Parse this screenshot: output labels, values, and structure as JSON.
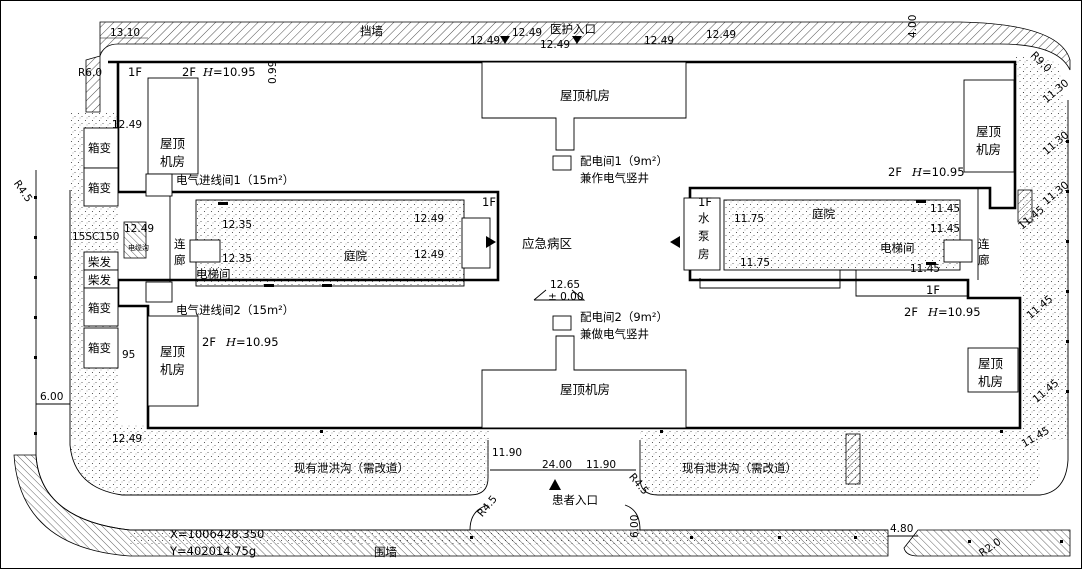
{
  "labels": {
    "retaining_wall": "挡墙",
    "medical_entrance": "医护入口",
    "patient_entrance": "患者入口",
    "emergency_ward": "应急病区",
    "boundary_wall": "围墙",
    "flood_channel": "现有泄洪沟（需改道）",
    "roof_machine_room": "屋顶机房",
    "roof_machine_room_l1": "屋顶",
    "roof_machine_room_l2": "机房",
    "courtyard": "庭院",
    "elevator_room": "电梯间",
    "corridor_l1": "连",
    "corridor_l2": "廊",
    "transformer": "箱变",
    "diesel_gen": "柴发",
    "cable_trench": "电缆沟",
    "pump_room_l1": "水",
    "pump_room_l2": "泵",
    "pump_room_l3": "房",
    "elec_in_1": "电气进线间1（15m²）",
    "elec_in_2": "电气进线间2（15m²）",
    "dist_room_1": "配电间1（9m²）",
    "dist_room_1_sub": "兼作电气竖井",
    "dist_room_2": "配电间2（9m²）",
    "dist_room_2_sub": "兼做电气竖井",
    "floor_1f": "1F",
    "floor_2f": "2F",
    "height_h": "H",
    "height_value": "=10.95",
    "pipe_spec": "15SC150",
    "coord_x": "X=1006428.350",
    "coord_y": "Y=402014.75g"
  },
  "elevations": {
    "e1249": "12.49",
    "e1235": "12.35",
    "e1265": "12.65",
    "e000": "± 0.00",
    "e1190": "11.90",
    "e1175": "11.75",
    "e1145": "11.45",
    "e1130": "11.30"
  },
  "dimensions": {
    "d1310": "13.10",
    "d600": "6.00",
    "d2400": "24.00",
    "d480": "4.80",
    "d400": "4.00",
    "d099": "0.99",
    "d095": "95",
    "r60": "R6.0",
    "r45": "R4.5",
    "r90": "R9.0",
    "r20": "R2.0"
  }
}
